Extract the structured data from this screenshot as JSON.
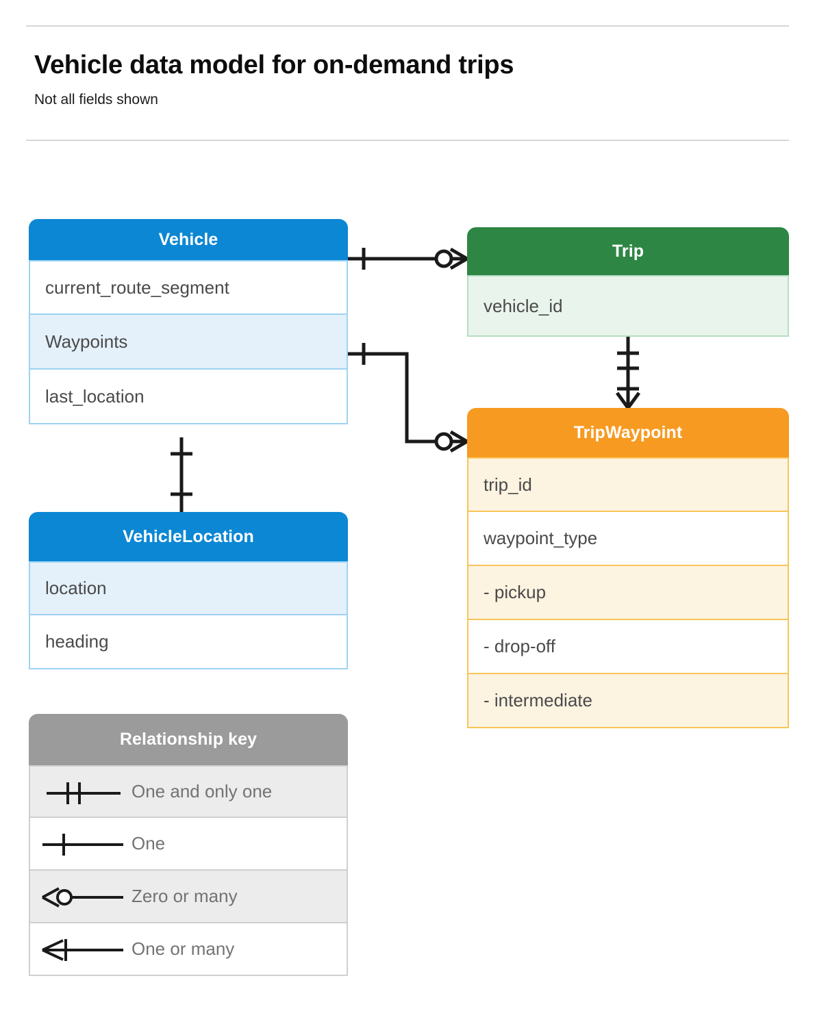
{
  "header": {
    "title": "Vehicle data model for on-demand trips",
    "subtitle": "Not all fields shown"
  },
  "colors": {
    "vehicle": "#0b87d3",
    "trip": "#2e8645",
    "tripwaypoint": "#f79a21",
    "legend": "#9b9b9b",
    "field_text": "#4a4a4a",
    "legend_text": "#737373",
    "rule": "#d6d6d6",
    "connector": "#1a1a1a",
    "background": "#ffffff"
  },
  "entities": [
    {
      "id": "vehicle",
      "title": "Vehicle",
      "fields": [
        {
          "label": "current_route_segment",
          "highlighted": false
        },
        {
          "label": "Waypoints",
          "highlighted": true
        },
        {
          "label": "last_location",
          "highlighted": false
        }
      ]
    },
    {
      "id": "trip",
      "title": "Trip",
      "fields": [
        {
          "label": "vehicle_id",
          "highlighted": true
        }
      ]
    },
    {
      "id": "tripwaypoint",
      "title": "TripWaypoint",
      "fields": [
        {
          "label": "trip_id",
          "highlighted": true
        },
        {
          "label": "waypoint_type",
          "highlighted": false
        },
        {
          "label": "-  pickup",
          "highlighted": true
        },
        {
          "label": "-  drop-off",
          "highlighted": false
        },
        {
          "label": "-  intermediate",
          "highlighted": true
        }
      ]
    },
    {
      "id": "vehiclelocation",
      "title": "VehicleLocation",
      "fields": [
        {
          "label": "location",
          "highlighted": true
        },
        {
          "label": "heading",
          "highlighted": false
        }
      ]
    }
  ],
  "legend": {
    "title": "Relationship key",
    "rows": [
      {
        "symbol": "one-and-only-one-icon",
        "label": "One and only one"
      },
      {
        "symbol": "one-icon",
        "label": "One"
      },
      {
        "symbol": "zero-or-many-icon",
        "label": "Zero or many"
      },
      {
        "symbol": "one-or-many-icon",
        "label": "One or many"
      }
    ]
  },
  "relationships": [
    {
      "from": "Vehicle",
      "to": "Trip",
      "from_cardinality": "One",
      "to_cardinality": "Zero or many"
    },
    {
      "from": "Vehicle.Waypoints",
      "to": "TripWaypoint",
      "from_cardinality": "One",
      "to_cardinality": "Zero or many"
    },
    {
      "from": "Trip",
      "to": "TripWaypoint",
      "from_cardinality": "One and only one",
      "to_cardinality": "One or many"
    },
    {
      "from": "Vehicle",
      "to": "VehicleLocation",
      "from_cardinality": "One",
      "to_cardinality": "One"
    }
  ]
}
